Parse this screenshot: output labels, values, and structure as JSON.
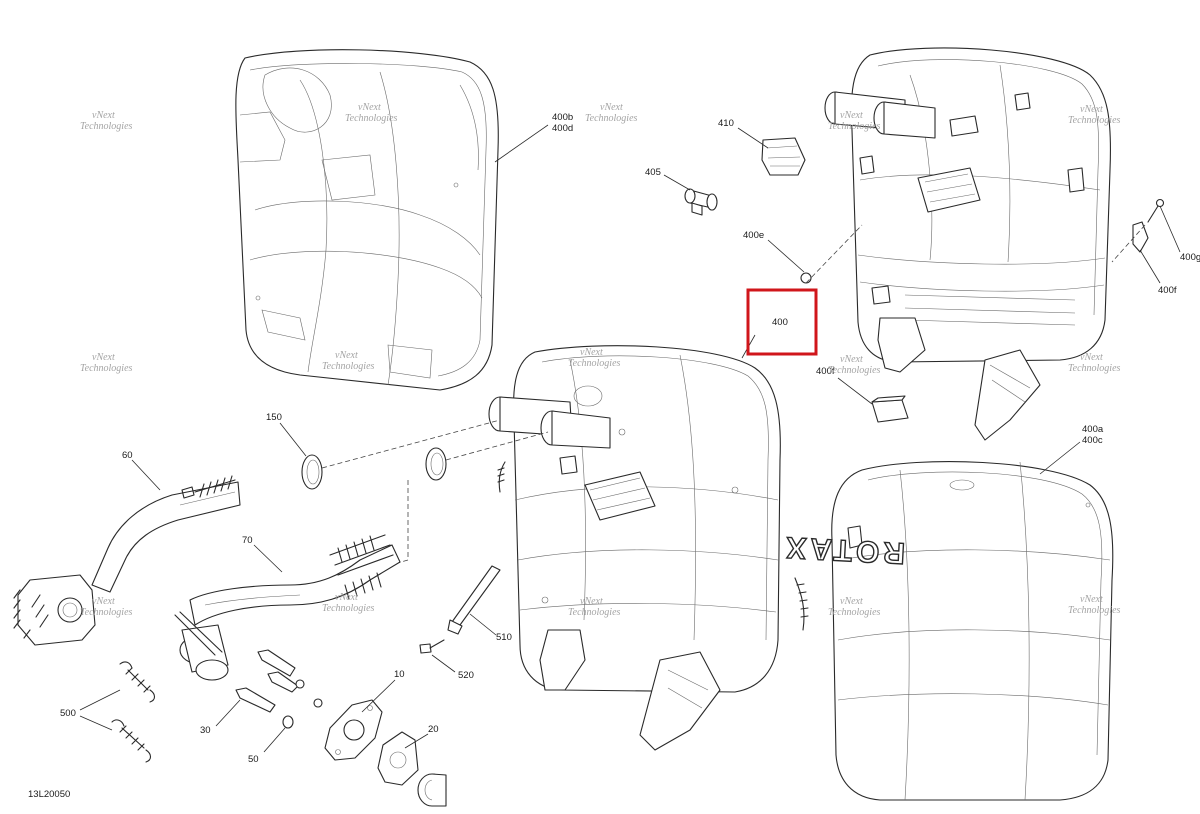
{
  "diagram": {
    "code": "13L20050",
    "brand_mark": "ROTAX",
    "watermark": [
      "vNext",
      "Technologies"
    ],
    "highlight": {
      "label": "400",
      "color": "#d0161b"
    },
    "callouts": [
      {
        "id": "400b",
        "text": "400b"
      },
      {
        "id": "400d",
        "text": "400d"
      },
      {
        "id": "410",
        "text": "410"
      },
      {
        "id": "405",
        "text": "405"
      },
      {
        "id": "400e",
        "text": "400e"
      },
      {
        "id": "400g",
        "text": "400g"
      },
      {
        "id": "400f",
        "text": "400f"
      },
      {
        "id": "400",
        "text": "400"
      },
      {
        "id": "400h",
        "text": "400f"
      },
      {
        "id": "400a",
        "text": "400a"
      },
      {
        "id": "400c",
        "text": "400c"
      },
      {
        "id": "150",
        "text": "150"
      },
      {
        "id": "60",
        "text": "60"
      },
      {
        "id": "70",
        "text": "70"
      },
      {
        "id": "510",
        "text": "510"
      },
      {
        "id": "520",
        "text": "520"
      },
      {
        "id": "10",
        "text": "10"
      },
      {
        "id": "20",
        "text": "20"
      },
      {
        "id": "30",
        "text": "30"
      },
      {
        "id": "50",
        "text": "50"
      },
      {
        "id": "500",
        "text": "500"
      }
    ]
  }
}
